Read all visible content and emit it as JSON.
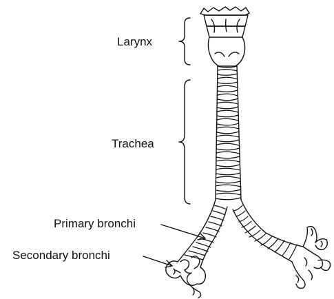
{
  "labels": {
    "larynx": "Larynx",
    "trachea": "Trachea",
    "primary_bronchi": "Primary bronchi",
    "secondary_bronchi": "Secondary bronchi"
  },
  "colors": {
    "line": "#111111",
    "background": "#ffffff"
  }
}
